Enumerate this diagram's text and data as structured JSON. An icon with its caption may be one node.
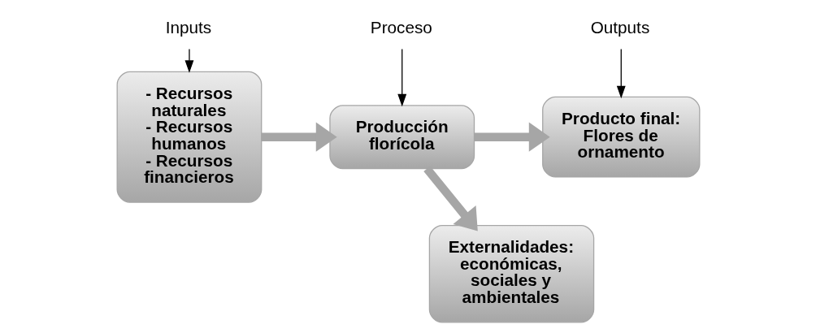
{
  "diagram": {
    "nodes": [
      {
        "text": [
          "Inputs"
        ]
      },
      {
        "text": [
          "- Recursos naturales - Recursos humanos - Recursos financieros"
        ]
      },
      {
        "text": [
          "Proceso"
        ]
      },
      {
        "text": [
          "Producción florícola"
        ]
      },
      {
        "text": [
          "Outputs"
        ]
      },
      {
        "text": [
          "Producto final: Flores de ornamento"
        ]
      },
      {
        "text": [
          "Externalidades: económicas, sociales y ambientales"
        ]
      }
    ],
    "edges": [
      {
        "from": 0,
        "to": 1,
        "arrow": "to"
      },
      {
        "from": 2,
        "to": 3,
        "arrow": "to"
      },
      {
        "from": 4,
        "to": 5,
        "arrow": "to"
      },
      {
        "from": 1,
        "to": 3,
        "arrow": "to",
        "style": "thick",
        "color": "#a6a6a6"
      },
      {
        "from": 3,
        "to": 5,
        "arrow": "to",
        "style": "thick",
        "color": "#a6a6a6"
      },
      {
        "from": 3,
        "to": 6,
        "arrow": "to",
        "style": "thick",
        "color": "#a6a6a6"
      }
    ]
  }
}
